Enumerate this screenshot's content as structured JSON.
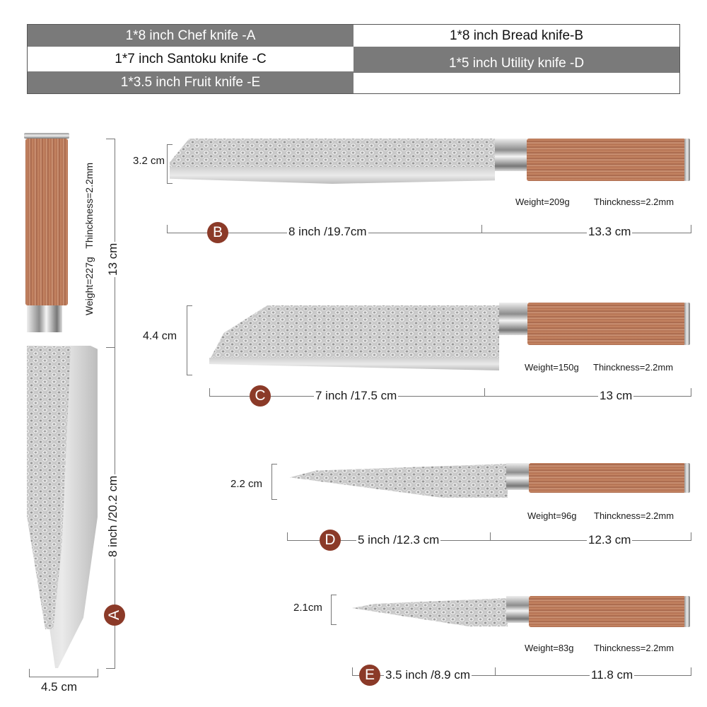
{
  "spec_table": {
    "rows": [
      {
        "left": "1*8 inch Chef knife -A",
        "right": "1*8 inch Bread knife-B"
      },
      {
        "left": "1*7 inch Santoku knife -C",
        "right": "1*5 inch Utility knife -D"
      },
      {
        "left": "1*3.5 inch Fruit knife -E",
        "right": ""
      }
    ]
  },
  "colors": {
    "badge": "#8b3a28",
    "table_dark": "#7a7a7a",
    "line": "#777777",
    "wood": "#b06d4e"
  },
  "knives": {
    "A": {
      "badge": "A",
      "name": "Chef knife",
      "handle_length": "13 cm",
      "blade_length": "8 inch /20.2 cm",
      "blade_width": "4.5 cm",
      "weight": "Weight=227g",
      "thickness": "Thinckness=2.2mm"
    },
    "B": {
      "badge": "B",
      "name": "Bread knife",
      "blade_height": "3.2 cm",
      "blade_length": "8 inch /19.7cm",
      "handle_length": "13.3 cm",
      "weight": "Weight=209g",
      "thickness": "Thinckness=2.2mm"
    },
    "C": {
      "badge": "C",
      "name": "Santoku knife",
      "blade_height": "4.4 cm",
      "blade_length": "7 inch /17.5 cm",
      "handle_length": "13 cm",
      "weight": "Weight=150g",
      "thickness": "Thinckness=2.2mm"
    },
    "D": {
      "badge": "D",
      "name": "Utility knife",
      "blade_height": "2.2 cm",
      "blade_length": "5 inch /12.3 cm",
      "handle_length": "12.3 cm",
      "weight": "Weight=96g",
      "thickness": "Thinckness=2.2mm"
    },
    "E": {
      "badge": "E",
      "name": "Fruit knife",
      "blade_height": "2.1cm",
      "blade_length": "3.5 inch /8.9 cm",
      "handle_length": "11.8 cm",
      "weight": "Weight=83g",
      "thickness": "Thinckness=2.2mm"
    }
  }
}
